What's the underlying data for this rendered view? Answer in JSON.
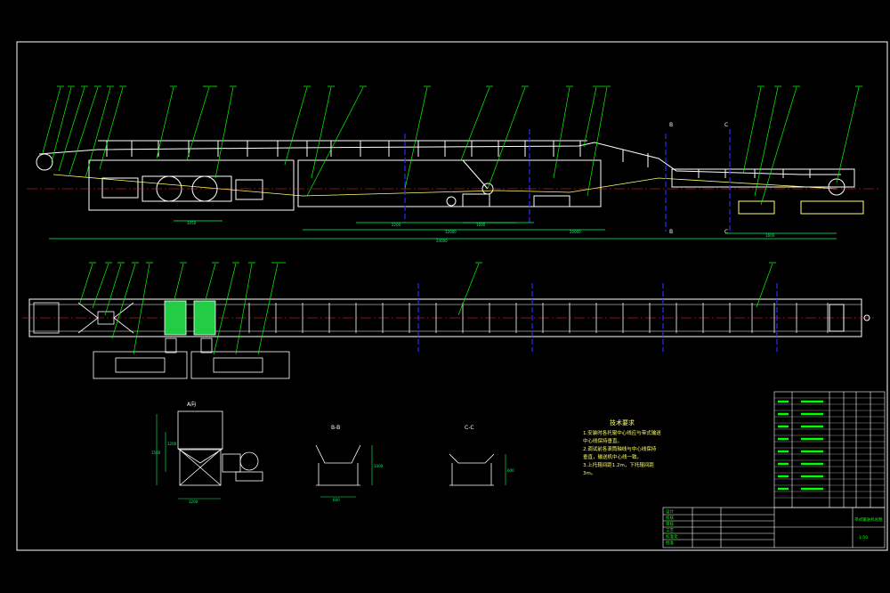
{
  "drawing": {
    "colors": {
      "background": "#000000",
      "outline": "#ffffff",
      "leader": "#00ff00",
      "centerline": "#ff3030",
      "section_cut": "#2a2aff",
      "belt": "#ffff66",
      "dimension": "#00ff66",
      "motor_fill": "#22cc44"
    },
    "elevation": {
      "section_marks": [
        "B",
        "B",
        "C",
        "C"
      ],
      "dimensions": [
        "1050",
        "12000",
        "1600",
        "2200",
        "20000",
        "24000",
        "1600"
      ]
    },
    "detail_views": [
      {
        "title": "A向",
        "dims": [
          "1200",
          "1500",
          "1200"
        ]
      },
      {
        "title": "B-B",
        "dims": [
          "600",
          "1000"
        ]
      },
      {
        "title": "C-C",
        "dims": [
          "600"
        ]
      }
    ],
    "technical_requirements": {
      "heading": "技术要求",
      "lines": [
        "1.安装时各托辊中心线应与带式输送",
        "  中心线保持垂直。",
        "2.调试前各滚筒轴线与中心线保持",
        "  垂直，输送机中心线一致。",
        "3.上托辊间距1.2m，下托辊间距",
        "  3m。"
      ]
    },
    "title_block": {
      "rows": [
        "设计",
        "校核",
        "审核",
        "工艺",
        "标准化",
        "批准"
      ],
      "drawing_name": "带式输送机总图",
      "scale": "1:50"
    }
  }
}
